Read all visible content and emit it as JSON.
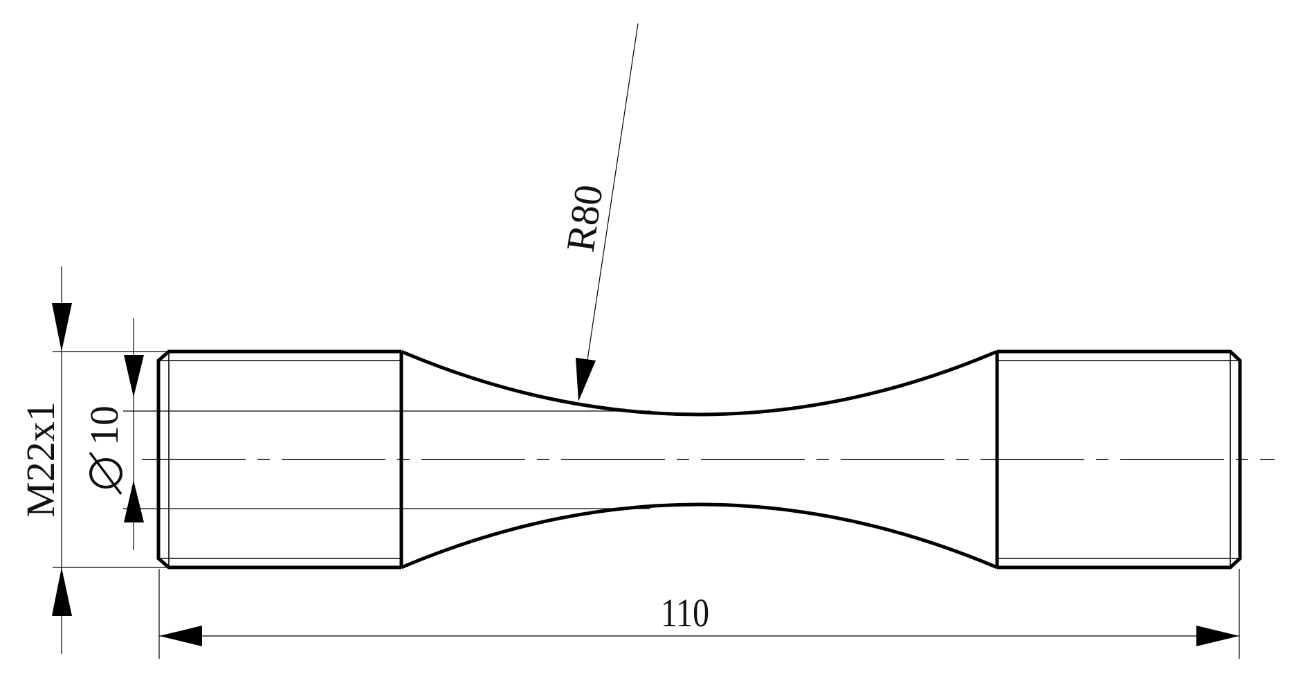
{
  "drawing": {
    "part": "threaded tensile test specimen",
    "view": "side elevation",
    "line_color": "#000000",
    "background": "#ffffff"
  },
  "dimensions": {
    "overall_length": {
      "label": "110",
      "value": 110,
      "unit": "mm"
    },
    "thread": {
      "label": "M22x1",
      "designation": "M22x1"
    },
    "gauge_diameter": {
      "label": "10",
      "symbol": "diameter-symbol",
      "value": 10
    },
    "fillet_radius": {
      "label": "R80",
      "value": 80
    }
  }
}
